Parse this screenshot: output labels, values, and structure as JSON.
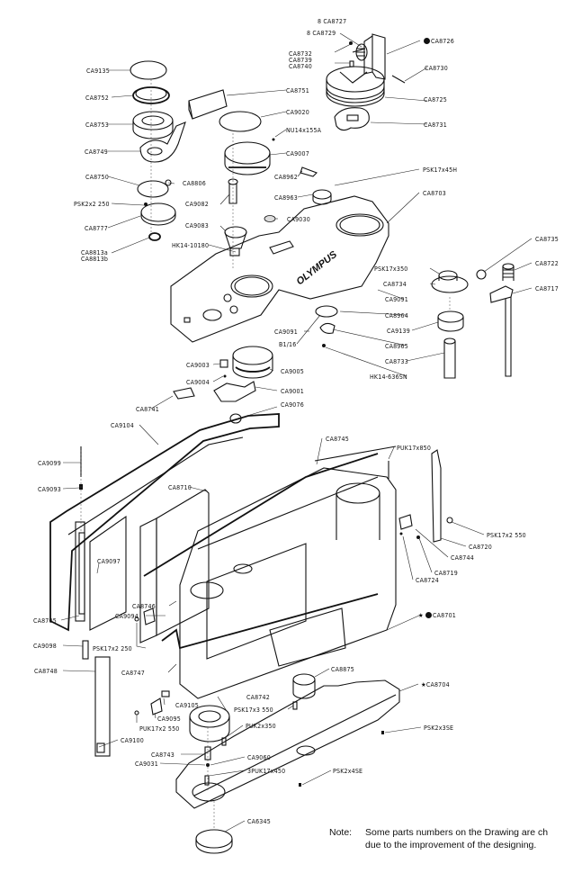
{
  "document": {
    "type": "exploded parts diagram",
    "brand_marking": "OLYMPUS",
    "note_label": "Note:",
    "note_line1": "Some parts numbers on the Drawing are ch",
    "note_line2": "due to the improvement of the designing."
  },
  "labels": [
    {
      "id": "CA8727",
      "text": "8 CA8727"
    },
    {
      "id": "CA8729",
      "text": "8 CA8729"
    },
    {
      "id": "CA8732",
      "text": "CA8732"
    },
    {
      "id": "CA8739",
      "text": "CA8739"
    },
    {
      "id": "CA8740",
      "text": "CA8740"
    },
    {
      "id": "CA8726",
      "text": "CA8726"
    },
    {
      "id": "CA8730",
      "text": "CA8730"
    },
    {
      "id": "CA8725",
      "text": "CA8725"
    },
    {
      "id": "CA8731",
      "text": "CA8731"
    },
    {
      "id": "CA9135",
      "text": "CA9135"
    },
    {
      "id": "CA8752",
      "text": "CA8752"
    },
    {
      "id": "CA8751",
      "text": "CA8751"
    },
    {
      "id": "CA8753",
      "text": "CA8753"
    },
    {
      "id": "CA9020",
      "text": "CA9020"
    },
    {
      "id": "NU14x155A",
      "text": "NU14x155A"
    },
    {
      "id": "CA8749",
      "text": "CA8749"
    },
    {
      "id": "CA9007",
      "text": "CA9007"
    },
    {
      "id": "CA8750",
      "text": "CA8750"
    },
    {
      "id": "CA8806",
      "text": "CA8806"
    },
    {
      "id": "CA8962",
      "text": "CA8962"
    },
    {
      "id": "PSK17x45H",
      "text": "PSK17x45H"
    },
    {
      "id": "PSK2x2250",
      "text": "PSK2x2 250"
    },
    {
      "id": "CA9082",
      "text": "CA9082"
    },
    {
      "id": "CA8963",
      "text": "CA8963"
    },
    {
      "id": "CA8703",
      "text": "CA8703"
    },
    {
      "id": "CA8777",
      "text": "CA8777"
    },
    {
      "id": "CA9083",
      "text": "CA9083"
    },
    {
      "id": "CA9030",
      "text": "CA9030"
    },
    {
      "id": "CA8813a",
      "text": "CA8813a"
    },
    {
      "id": "CA8813b",
      "text": "CA8813b"
    },
    {
      "id": "HK14-10180",
      "text": "HK14-10180"
    },
    {
      "id": "CA8735",
      "text": "CA8735"
    },
    {
      "id": "CA8722",
      "text": "CA8722"
    },
    {
      "id": "PSK17x350",
      "text": "PSK17x350"
    },
    {
      "id": "CA8734",
      "text": "CA8734"
    },
    {
      "id": "CA8717",
      "text": "CA8717"
    },
    {
      "id": "CA9091a",
      "text": "CA9091"
    },
    {
      "id": "CA8964",
      "text": "CA8964"
    },
    {
      "id": "CA9139",
      "text": "CA9139"
    },
    {
      "id": "CA9091b",
      "text": "CA9091"
    },
    {
      "id": "B1/16",
      "text": "B1/16"
    },
    {
      "id": "CA8965",
      "text": "CA8965"
    },
    {
      "id": "CA8733",
      "text": "CA8733"
    },
    {
      "id": "CA9003",
      "text": "CA9003"
    },
    {
      "id": "CA9005",
      "text": "CA9005"
    },
    {
      "id": "HK14-636SN",
      "text": "HK14-636SN"
    },
    {
      "id": "CA9004",
      "text": "CA9004"
    },
    {
      "id": "CA9001",
      "text": "CA9001"
    },
    {
      "id": "CA8741",
      "text": "CA8741"
    },
    {
      "id": "CA9076",
      "text": "CA9076"
    },
    {
      "id": "CA9104",
      "text": "CA9104"
    },
    {
      "id": "CA8745",
      "text": "CA8745"
    },
    {
      "id": "PUK17x850",
      "text": "PUK17x850"
    },
    {
      "id": "CA9099",
      "text": "CA9099"
    },
    {
      "id": "CA9093",
      "text": "CA9093"
    },
    {
      "id": "CA8710",
      "text": "CA8710"
    },
    {
      "id": "PSK17x2550a",
      "text": "PSK17x2 550"
    },
    {
      "id": "CA8720",
      "text": "CA8720"
    },
    {
      "id": "CA8744",
      "text": "CA8744"
    },
    {
      "id": "CA8719",
      "text": "CA8719"
    },
    {
      "id": "CA9097",
      "text": "CA9097"
    },
    {
      "id": "CA8724",
      "text": "CA8724"
    },
    {
      "id": "CA8746",
      "text": "CA8746"
    },
    {
      "id": "CA9094",
      "text": "CA9094"
    },
    {
      "id": "CA8701",
      "text": "CA8701"
    },
    {
      "id": "CA8705",
      "text": "CA8705"
    },
    {
      "id": "CA9098",
      "text": "CA9098"
    },
    {
      "id": "PSK17x2250",
      "text": "PSK17x2 250"
    },
    {
      "id": "CA8748",
      "text": "CA8748"
    },
    {
      "id": "CA8747",
      "text": "CA8747"
    },
    {
      "id": "CA8875",
      "text": "CA8875"
    },
    {
      "id": "CA8704",
      "text": "CA8704"
    },
    {
      "id": "CA8742",
      "text": "CA8742"
    },
    {
      "id": "CA9105",
      "text": "CA9105"
    },
    {
      "id": "PSK17x3550",
      "text": "PSK17x3 550"
    },
    {
      "id": "CA9095",
      "text": "CA9095"
    },
    {
      "id": "PUK17x2550",
      "text": "PUK17x2 550"
    },
    {
      "id": "PUK2x350",
      "text": "PUK2x350"
    },
    {
      "id": "PSK2x3SE",
      "text": "PSK2x3SE"
    },
    {
      "id": "CA9100",
      "text": "CA9100"
    },
    {
      "id": "CA8743",
      "text": "CA8743"
    },
    {
      "id": "CA9060",
      "text": "CA9060"
    },
    {
      "id": "CA9031",
      "text": "CA9031"
    },
    {
      "id": "3PUK17x450",
      "text": "3PUK17x450"
    },
    {
      "id": "PSK2x4SE",
      "text": "PSK2x4SE"
    },
    {
      "id": "CA6345",
      "text": "CA6345"
    }
  ]
}
